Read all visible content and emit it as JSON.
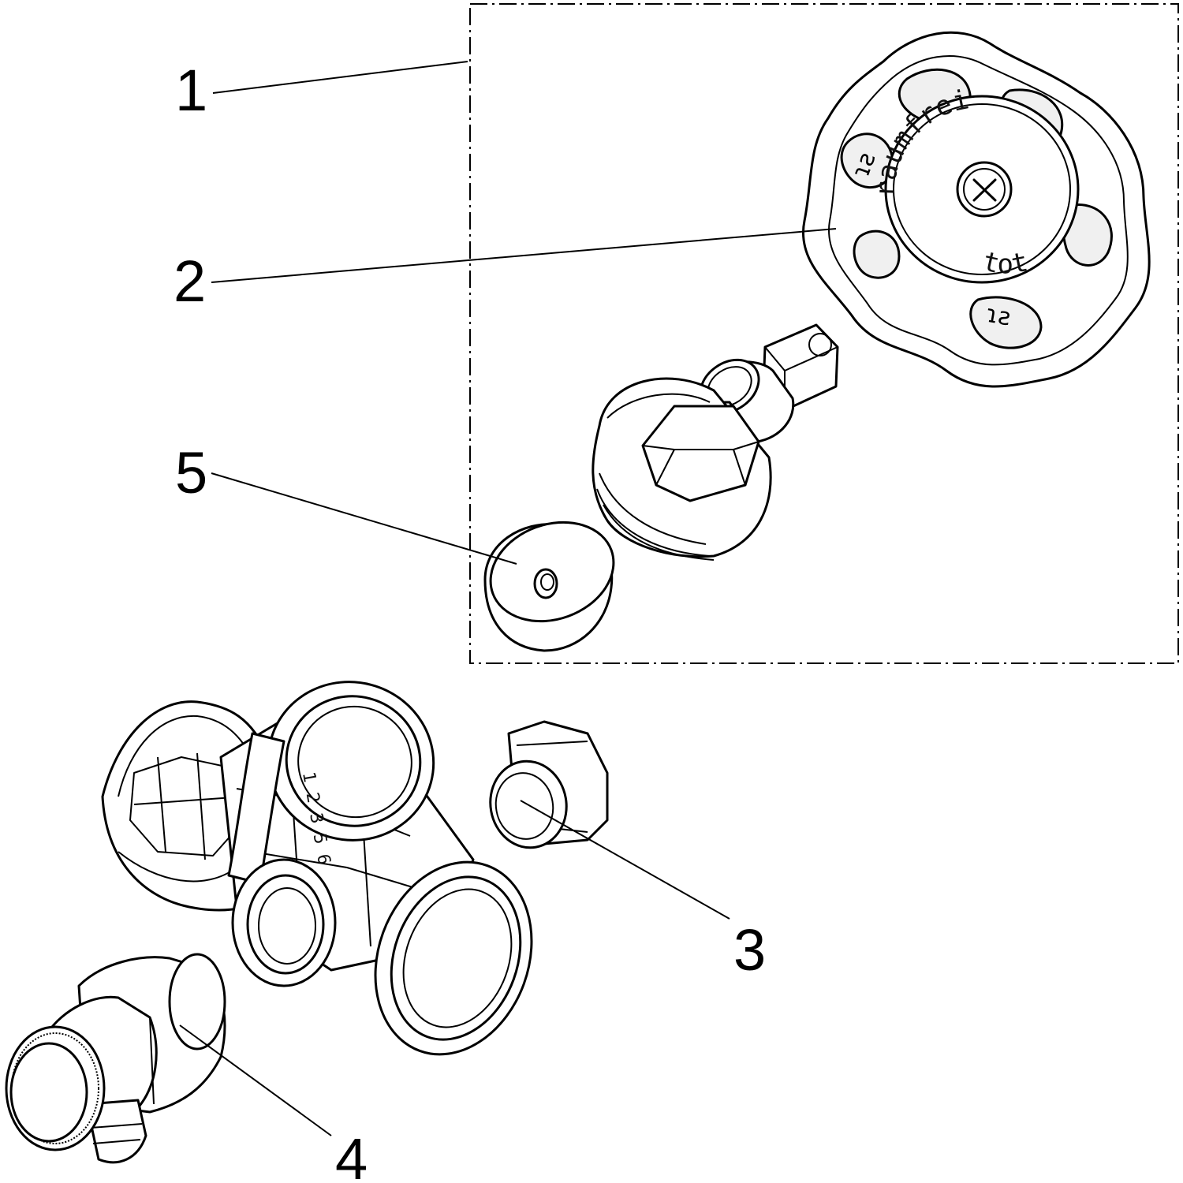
{
  "callouts": [
    {
      "id": "1",
      "label": "1"
    },
    {
      "id": "2",
      "label": "2"
    },
    {
      "id": "3",
      "label": "3"
    },
    {
      "id": "4",
      "label": "4"
    },
    {
      "id": "5",
      "label": "5"
    }
  ],
  "knob_lettering": "raumfrei",
  "knob_lettering_lower": "tot",
  "body_scale_digits": "1 2 3 5 6"
}
